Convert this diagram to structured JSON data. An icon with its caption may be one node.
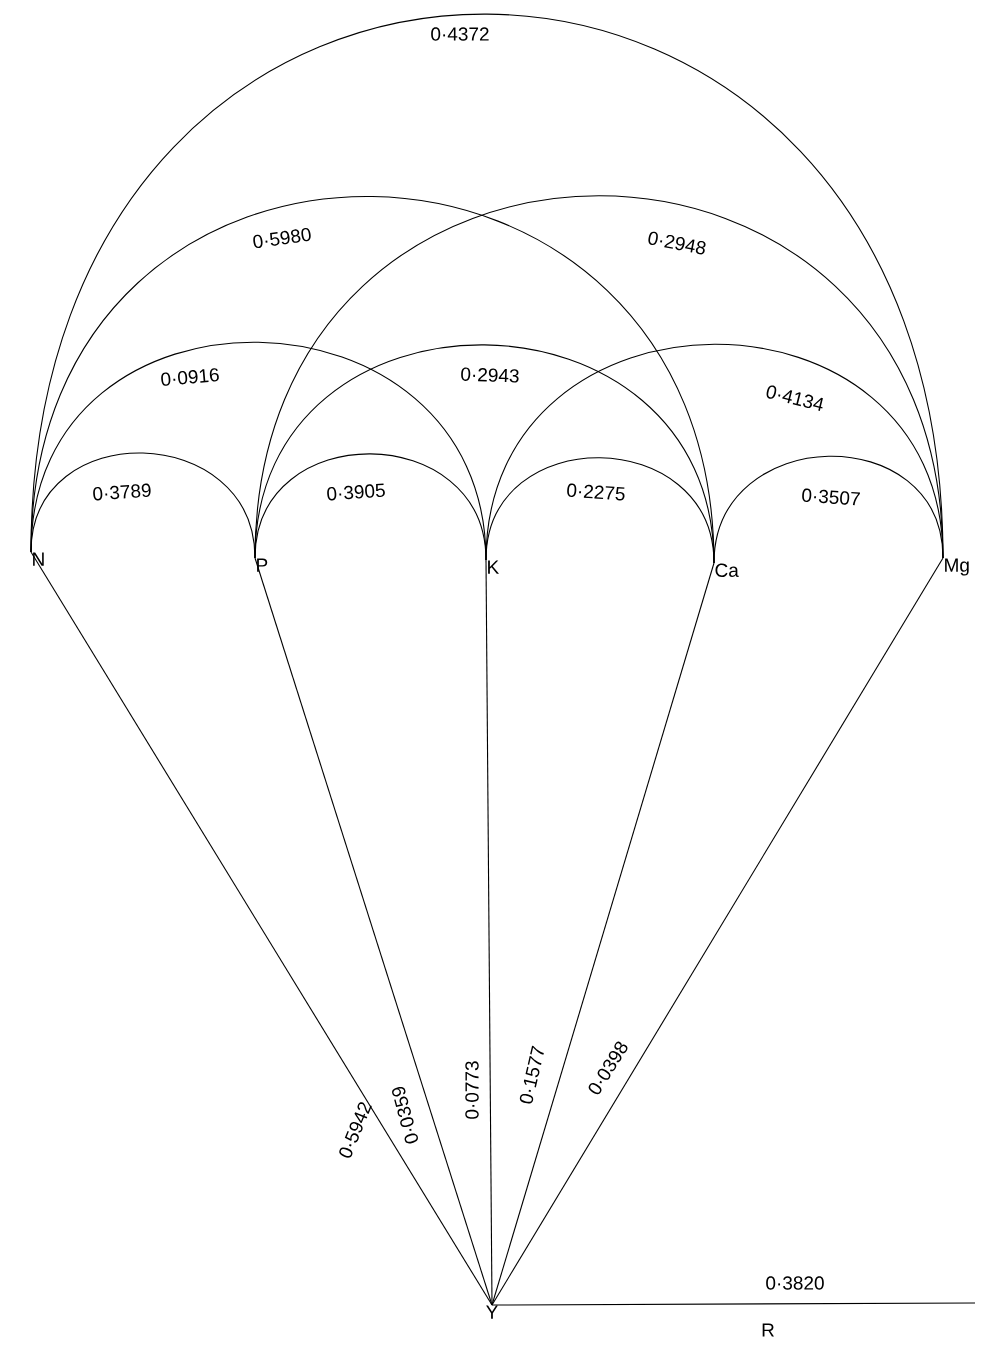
{
  "diagram": {
    "nodes": [
      {
        "text": [
          "N"
        ]
      },
      {
        "text": [
          "P"
        ]
      },
      {
        "text": [
          "K"
        ]
      },
      {
        "text": [
          "Ca"
        ]
      },
      {
        "text": [
          "Mg"
        ]
      },
      {
        "text": [
          "Y"
        ]
      }
    ],
    "edges": [
      {
        "from": 0,
        "to": 1,
        "arrow": "none",
        "label": "0·3789"
      },
      {
        "from": 1,
        "to": 2,
        "arrow": "none",
        "label": "0·3905"
      },
      {
        "from": 2,
        "to": 3,
        "arrow": "none",
        "label": "0·2275"
      },
      {
        "from": 3,
        "to": 4,
        "arrow": "none",
        "label": "0·3507"
      },
      {
        "from": 0,
        "to": 2,
        "arrow": "none",
        "label": "0·0916"
      },
      {
        "from": 1,
        "to": 3,
        "arrow": "none",
        "label": "0·2943"
      },
      {
        "from": 2,
        "to": 4,
        "arrow": "none",
        "label": "0·4134"
      },
      {
        "from": 0,
        "to": 3,
        "arrow": "none",
        "label": "0·5980"
      },
      {
        "from": 1,
        "to": 4,
        "arrow": "none",
        "label": "0·2948"
      },
      {
        "from": 0,
        "to": 4,
        "arrow": "none",
        "label": "0·4372"
      },
      {
        "from": 0,
        "to": 5,
        "arrow": "none",
        "label": "0·5942"
      },
      {
        "from": 1,
        "to": 5,
        "arrow": "none",
        "label": "0·0359"
      },
      {
        "from": 2,
        "to": 5,
        "arrow": "none",
        "label": "0·0773"
      },
      {
        "from": 3,
        "to": 5,
        "arrow": "none",
        "label": "0·1577"
      },
      {
        "from": 4,
        "to": 5,
        "arrow": "none",
        "label": "0·0398"
      },
      {
        "from": 5,
        "to": null,
        "arrow": "none",
        "label": "0·3820"
      }
    ],
    "labels": [
      "R"
    ]
  }
}
